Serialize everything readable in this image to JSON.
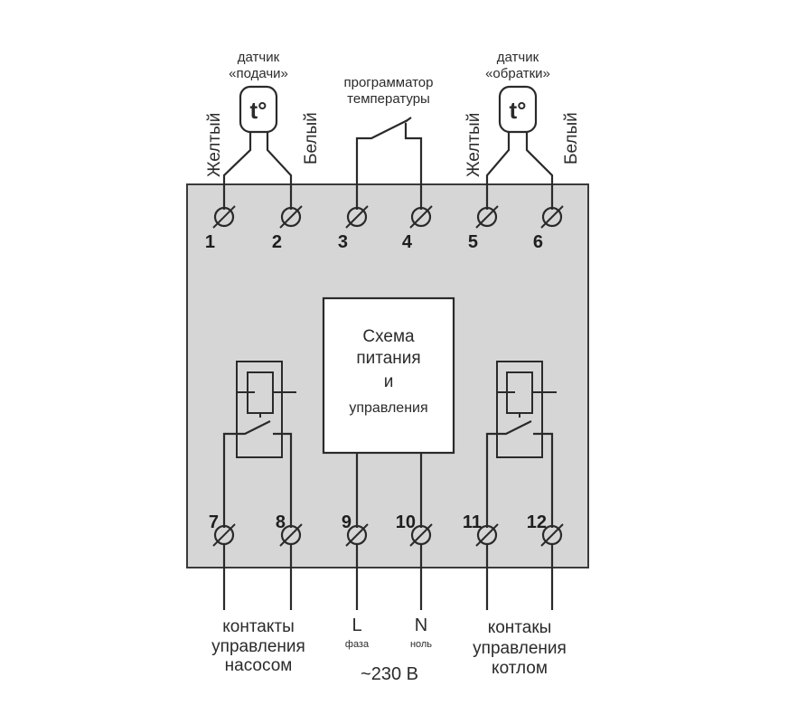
{
  "diagram": {
    "title": "Схема подключения контроллера",
    "sensors": [
      {
        "id": "supply",
        "caption_line1": "датчик",
        "caption_line2": "«подачи»",
        "symbol": "t°",
        "wire_left": "Желтый",
        "wire_right": "Белый",
        "terminals": [
          "1",
          "2"
        ]
      },
      {
        "id": "return",
        "caption_line1": "датчик",
        "caption_line2": "«обратки»",
        "symbol": "t°",
        "wire_left": "Желтый",
        "wire_right": "Белый",
        "terminals": [
          "5",
          "6"
        ]
      }
    ],
    "programmer": {
      "line1": "программатор",
      "line2": "температуры",
      "terminals": [
        "3",
        "4"
      ]
    },
    "top_terminals": [
      "1",
      "2",
      "3",
      "4",
      "5",
      "6"
    ],
    "bottom_terminals": [
      "7",
      "8",
      "9",
      "10",
      "11",
      "12"
    ],
    "center_block": {
      "line1": "Схема",
      "line2": "питания",
      "line3": "и",
      "line4": "управления"
    },
    "relays": [
      {
        "id": "pump-relay",
        "terminals": [
          "7",
          "8"
        ]
      },
      {
        "id": "boiler-relay",
        "terminals": [
          "11",
          "12"
        ]
      }
    ],
    "bottom_labels": {
      "pump": {
        "line1": "контакты",
        "line2": "управления",
        "line3": "насосом"
      },
      "phase": {
        "letter": "L",
        "sub": "фаза"
      },
      "neutral": {
        "letter": "N",
        "sub": "ноль"
      },
      "voltage": "~230 В",
      "boiler": {
        "line1": "контакы",
        "line2": "управления",
        "line3": "котлом"
      }
    },
    "colors": {
      "housing": "#d6d6d6",
      "line": "#2a2a2a",
      "block": "#ffffff"
    }
  }
}
